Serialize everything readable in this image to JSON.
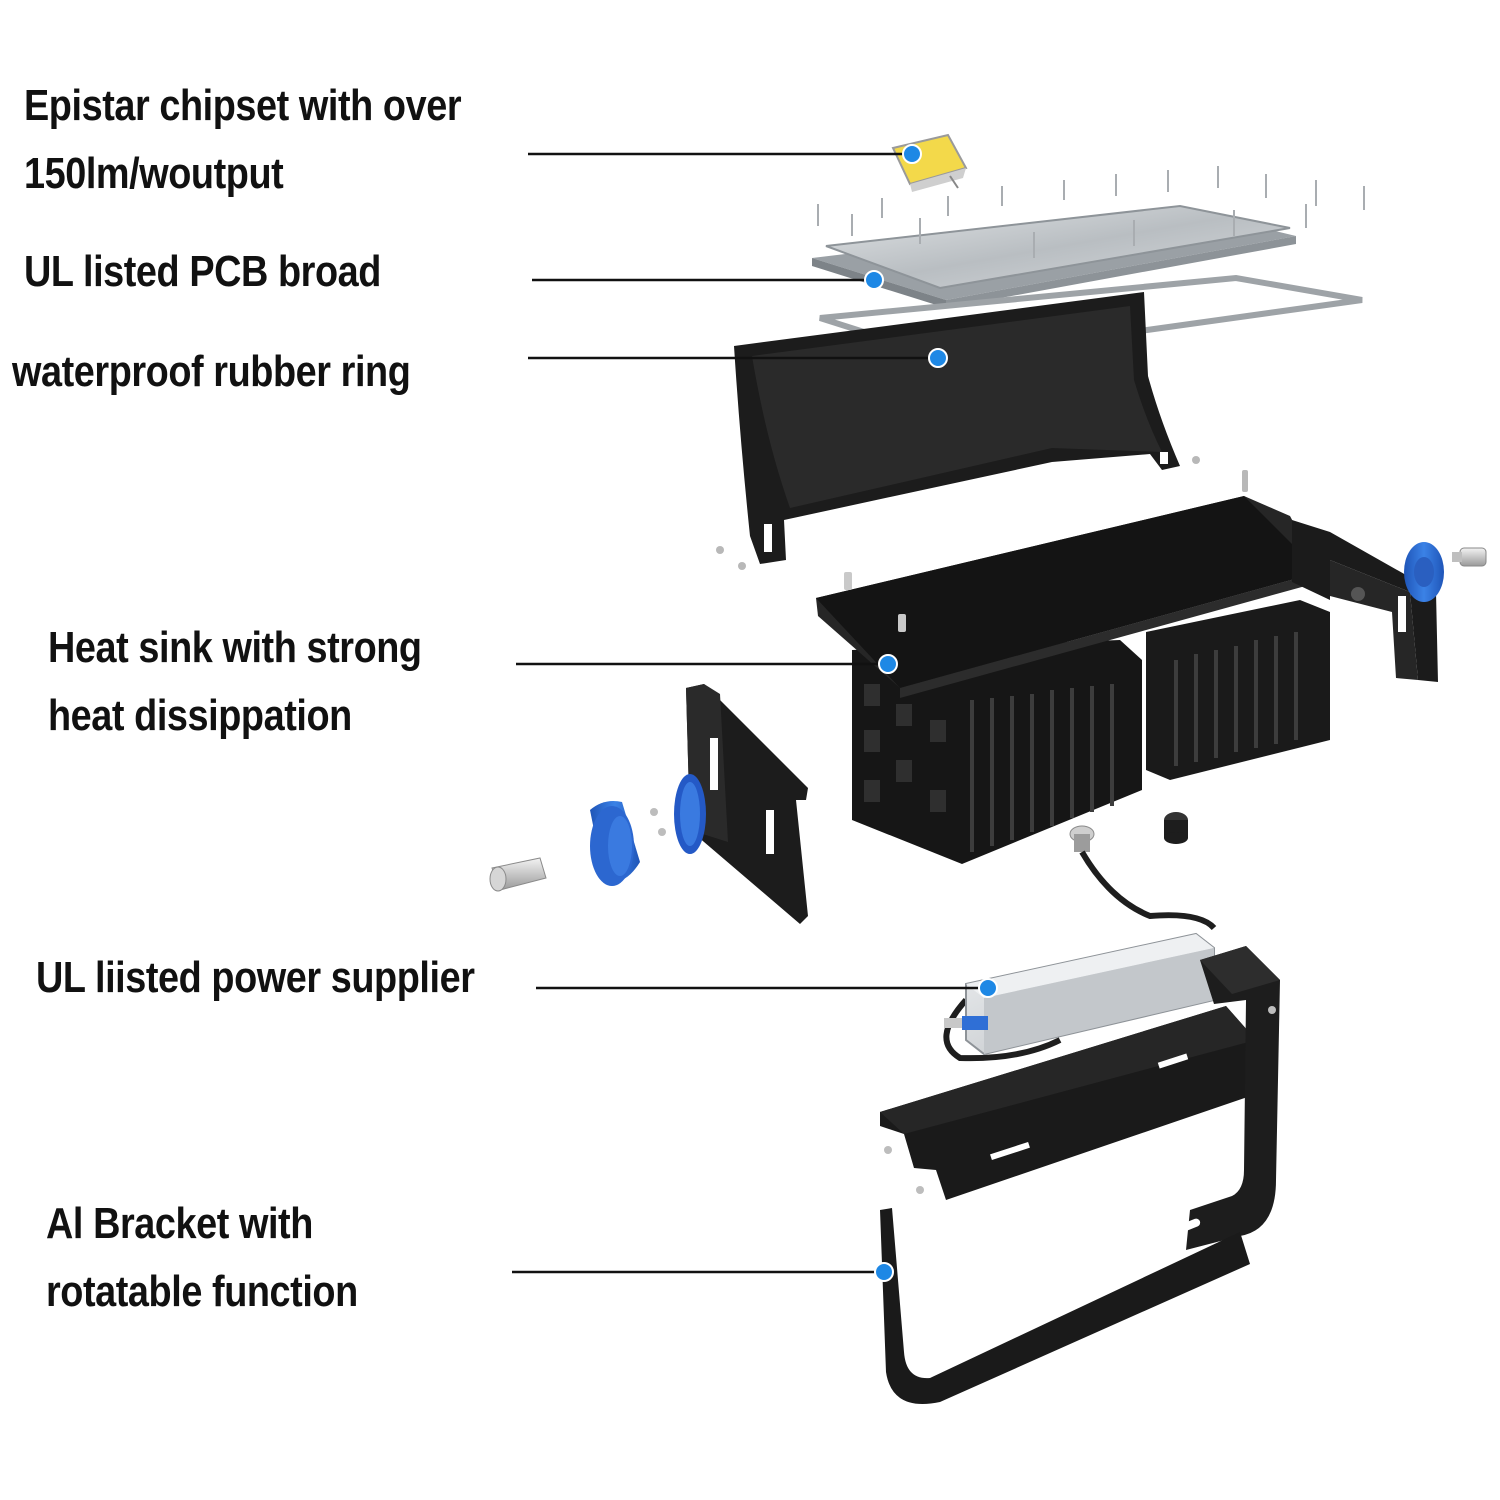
{
  "labels": [
    {
      "id": "chipset",
      "lines": [
        "Epistar chipset  with over",
        "150lm/woutput"
      ]
    },
    {
      "id": "pcb",
      "lines": [
        "UL listed PCB  broad"
      ]
    },
    {
      "id": "ring",
      "lines": [
        "waterproof rubber ring"
      ]
    },
    {
      "id": "heatsink",
      "lines": [
        "Heat sink with strong",
        "heat  dissippation"
      ]
    },
    {
      "id": "power",
      "lines": [
        "UL liisted power supplier"
      ]
    },
    {
      "id": "bracket",
      "lines": [
        "Al Bracket with",
        "rotatable function"
      ]
    }
  ],
  "colors": {
    "text": "#111111",
    "leader_line": "#111111",
    "dot": "#1e88e5",
    "part_dark": "#1c1c1c",
    "part_mid": "#2e2e2e",
    "knob_blue": "#2f6fd6",
    "pcb_silver": "#c9cdd0",
    "driver_silver": "#d4d7da",
    "chip_yellow": "#f3d94a"
  }
}
